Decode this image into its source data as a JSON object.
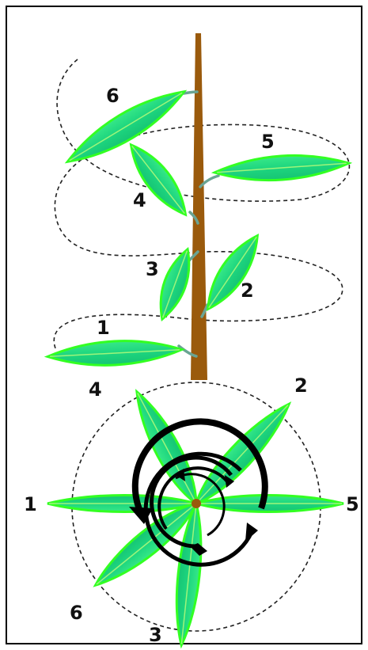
{
  "side_view": {
    "leaf_labels": [
      "1",
      "2",
      "3",
      "4",
      "5",
      "6"
    ]
  },
  "top_view": {
    "leaf_labels": [
      "1",
      "2",
      "3",
      "4",
      "5",
      "6"
    ]
  },
  "colors": {
    "leaf_fill": "#1fd98a",
    "leaf_edge": "#33ff22",
    "stem": "#9a5a0c",
    "petiole": "#6aa493",
    "frame": "#000000"
  }
}
